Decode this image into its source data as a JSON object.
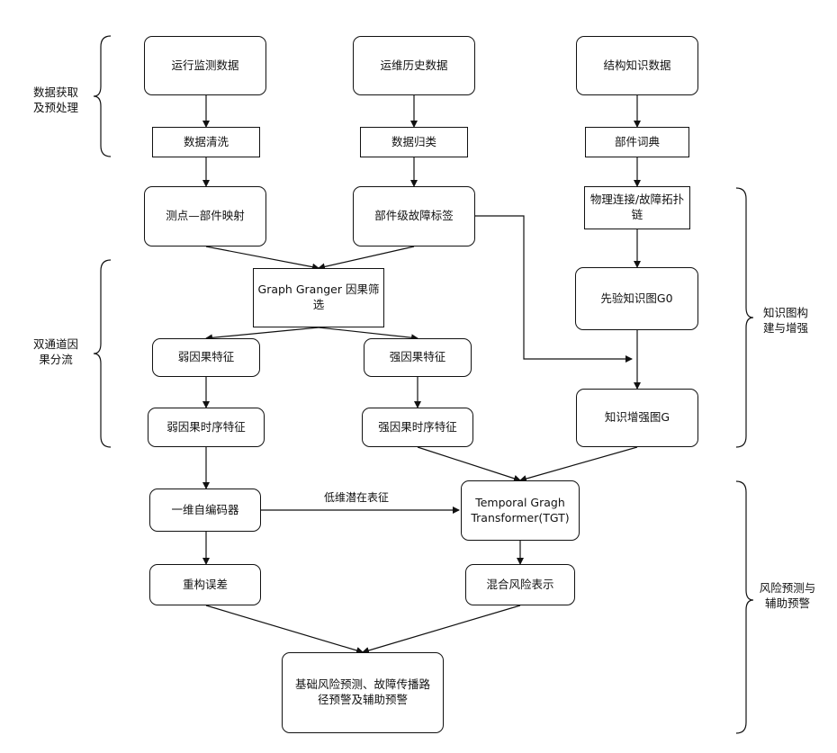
{
  "nodes": {
    "n_op_data": "运行监测数据",
    "n_hist_data": "运维历史数据",
    "n_struct_data": "结构知识数据",
    "n_clean": "数据清洗",
    "n_classify": "数据归类",
    "n_dict": "部件词典",
    "n_map": "测点—部件映射",
    "n_fault_label": "部件级故障标签",
    "n_phys": "物理连接/故障拓扑链",
    "n_granger": "Graph Granger 因果筛选",
    "n_prior_kg": "先验知识图G0",
    "n_weak_feat": "弱因果特征",
    "n_strong_feat": "强因果特征",
    "n_weak_ts": "弱因果时序特征",
    "n_strong_ts": "强因果时序特征",
    "n_kg_enh": "知识增强图G",
    "n_autoenc": "一维自编码器",
    "n_tgt": "Temporal Gragh Transformer(TGT)",
    "n_recon": "重构误差",
    "n_mix_risk": "混合风险表示",
    "n_final": "基础风险预测、故障传播路径预警及辅助预警"
  },
  "edge_labels": {
    "lowdim": "低维潜在表征"
  },
  "group_labels": {
    "g_acquire": "数据获取及预处理",
    "g_split": "双通道因果分流",
    "g_kg": "知识图构建与增强",
    "g_risk": "风险预测与辅助预警"
  }
}
